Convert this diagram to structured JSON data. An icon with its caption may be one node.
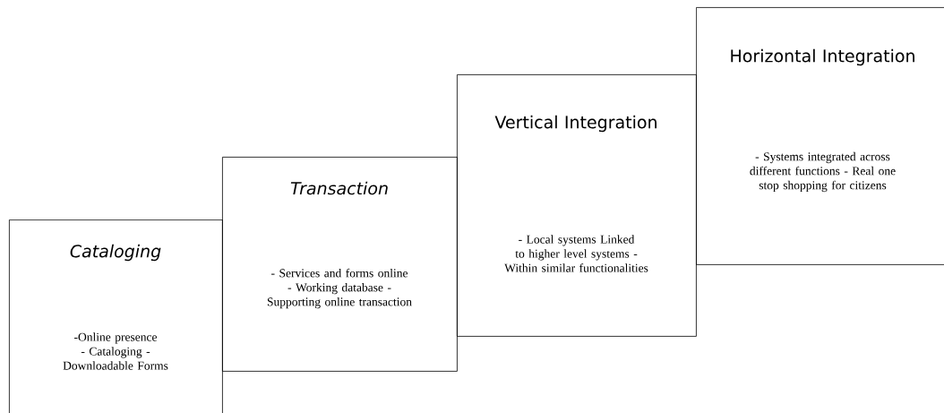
{
  "diagram": {
    "nodes": [
      {
        "text": [
          "*Cataloging*",
          "-Online presence - Cataloging - Downloadable Forms"
        ]
      },
      {
        "text": [
          "*Transaction*",
          "- Services and forms online - Working database -Supporting online transaction"
        ]
      },
      {
        "text": [
          "Vertical Integration",
          "- Local systems Linked to higher level systems - Within similar functionalities"
        ]
      },
      {
        "text": [
          "Horizontal Integration",
          "- Systems integrated across different functions - Real one stop shopping for citizens"
        ]
      }
    ],
    "edges": []
  }
}
